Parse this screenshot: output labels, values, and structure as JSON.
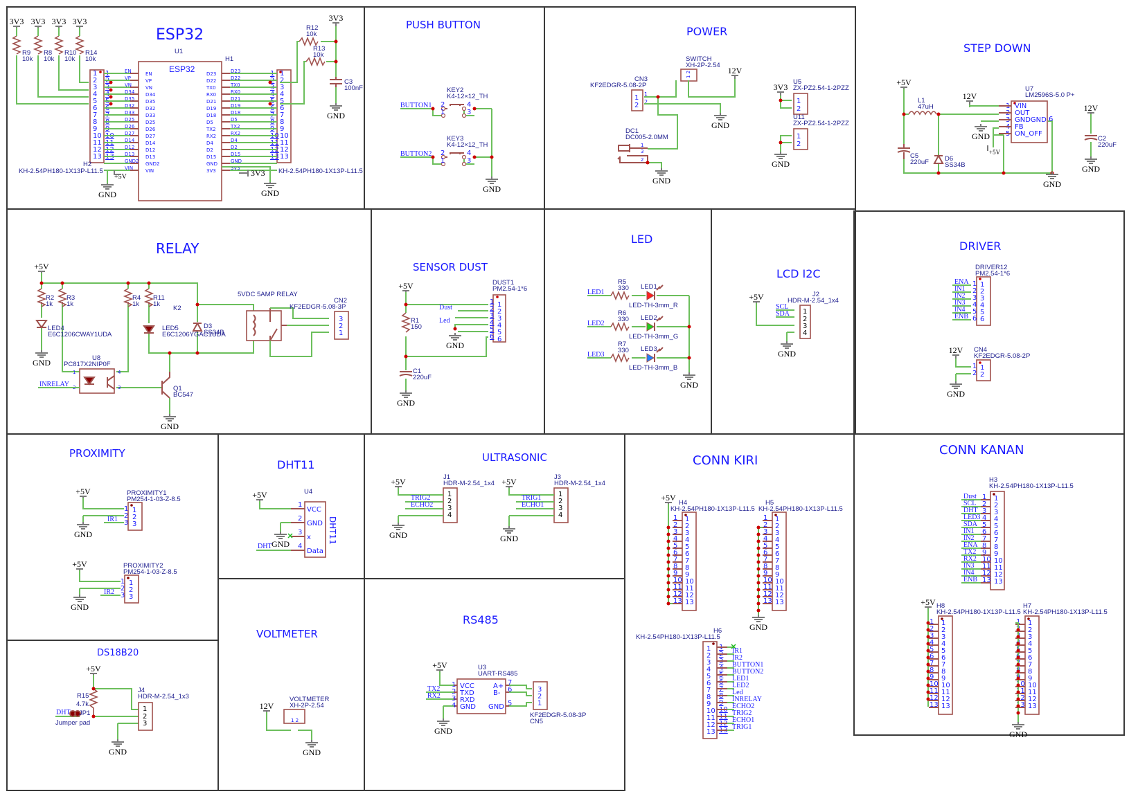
{
  "sections": {
    "esp32": "ESP32",
    "push_button": "PUSH BUTTON",
    "power": "POWER",
    "step_down": "STEP DOWN",
    "relay": "RELAY",
    "sensor_dust": "SENSOR DUST",
    "led": "LED",
    "lcd_i2c": "LCD I2C",
    "driver": "DRIVER",
    "proximity": "PROXIMITY",
    "dht11": "DHT11",
    "ultrasonic": "ULTRASONIC",
    "conn_kiri": "CONN KIRI",
    "conn_kanan": "CONN KANAN",
    "ds18b20": "DS18B20",
    "voltmeter": "VOLTMETER",
    "rs485": "RS485"
  },
  "power_labels": {
    "v33": "3V3",
    "v5": "+5V",
    "v12": "12V",
    "gnd": "GND"
  },
  "esp32": {
    "u1_ref": "U1",
    "u1_name": "ESP32",
    "h1_ref": "H1",
    "h2_ref": "H2",
    "header_part": "KH-2.54PH180-1X13P-L11.5",
    "left_pins": [
      "EN",
      "VP",
      "VN",
      "D34",
      "D35",
      "D32",
      "D33",
      "D25",
      "D26",
      "D27",
      "D14",
      "D12",
      "D13",
      "GND2",
      "VIN"
    ],
    "right_pins": [
      "D23",
      "D22",
      "TX0",
      "RX0",
      "D21",
      "D19",
      "D18",
      "D5",
      "TX2",
      "RX2",
      "D4",
      "D2",
      "D15",
      "GND",
      "3V3"
    ],
    "pull_resistors": [
      {
        "ref": "R9",
        "value": "10k"
      },
      {
        "ref": "R8",
        "value": "10k"
      },
      {
        "ref": "R10",
        "value": "10k"
      },
      {
        "ref": "R14",
        "value": "10k"
      }
    ],
    "r12": {
      "ref": "R12",
      "value": "10k"
    },
    "r13": {
      "ref": "R13",
      "value": "10k"
    },
    "c3": {
      "ref": "C3",
      "value": "100nF"
    }
  },
  "push_button": {
    "keys": [
      {
        "ref": "KEY2",
        "part": "K4-12×12_TH",
        "net": "BUTTON1"
      },
      {
        "ref": "KEY3",
        "part": "K4-12×12_TH",
        "net": "BUTTON2"
      }
    ]
  },
  "power": {
    "switch_ref": "SWITCH",
    "switch_part": "XH-2P-2.54",
    "cn3_ref": "CN3",
    "cn3_part": "KF2EDGR-5.08-2P",
    "dc1_ref": "DC1",
    "dc1_part": "DC005-2.0MM",
    "u5_ref": "U5",
    "u5_part": "ZX-PZ2.54-1-2PZZ",
    "u11_ref": "U11",
    "u11_part": "ZX-PZ2.54-1-2PZZ"
  },
  "step_down": {
    "l1": {
      "ref": "L1",
      "value": "47uH"
    },
    "u7_ref": "U7",
    "u7_part": "LM2596S-5.0 P+",
    "u7_pins": [
      "VIN",
      "OUT",
      "GNDGND",
      "FB",
      "ON_OFF"
    ],
    "c5": {
      "ref": "C5",
      "value": "220uF"
    },
    "d6": {
      "ref": "D6",
      "value": "SS34B"
    },
    "c2": {
      "ref": "C2",
      "value": "220uF"
    }
  },
  "relay": {
    "resistors": [
      {
        "ref": "R2",
        "value": "1k"
      },
      {
        "ref": "R3",
        "value": "1k"
      },
      {
        "ref": "R4",
        "value": "1k"
      },
      {
        "ref": "R11",
        "value": "1k"
      }
    ],
    "led4": {
      "ref": "LED4",
      "part": "E6C1206CWAY1UDA"
    },
    "led5": {
      "ref": "LED5",
      "part": "E6C1206YGAC1UDA"
    },
    "u8": {
      "ref": "U8",
      "part": "PC817X2NIP0F"
    },
    "k2": "K2",
    "d3": {
      "ref": "D3",
      "part": "SS34B"
    },
    "relay_part": "5VDC 5AMP RELAY",
    "cn2": {
      "ref": "CN2",
      "part": "KF2EDGR-5.08-3P"
    },
    "q1": {
      "ref": "Q1",
      "part": "BC547"
    },
    "net": "INRELAY"
  },
  "sensor_dust": {
    "dust1": {
      "ref": "DUST1",
      "part": "PM2.54-1*6"
    },
    "r1": {
      "ref": "R1",
      "value": "150"
    },
    "c1": {
      "ref": "C1",
      "value": "220uF"
    },
    "nets": [
      "Dust",
      "Led"
    ]
  },
  "led": {
    "items": [
      {
        "net": "LED1",
        "res": "R5",
        "val": "330",
        "led": "LED1",
        "part": "LED-TH-3mm_R",
        "color": "#ff2020"
      },
      {
        "net": "LED2",
        "res": "R6",
        "val": "330",
        "led": "LED2",
        "part": "LED-TH-3mm_G",
        "color": "#20d020"
      },
      {
        "net": "LED3",
        "res": "R7",
        "val": "330",
        "led": "LED3",
        "part": "LED-TH-3mm_B",
        "color": "#2080ff"
      }
    ]
  },
  "lcd_i2c": {
    "ref": "J2",
    "part": "HDR-M-2.54_1x4",
    "nets": [
      "SCL",
      "SDA"
    ]
  },
  "driver": {
    "ref": "DRIVER12",
    "part": "PM2.54-1*6",
    "nets": [
      "ENA",
      "IN1",
      "IN2",
      "IN3",
      "IN4",
      "ENB"
    ],
    "cn4_ref": "CN4",
    "cn4_part": "KF2EDGR-5.08-2P"
  },
  "proximity": {
    "items": [
      {
        "ref": "PROXIMITY1",
        "part": "PM254-1-03-Z-8.5",
        "net": "IR1"
      },
      {
        "ref": "PROXIMITY2",
        "part": "PM254-1-03-Z-8.5",
        "net": "IR2"
      }
    ]
  },
  "dht11": {
    "ref": "U4",
    "name": "DHT11",
    "pins": [
      "VCC",
      "GND",
      "x",
      "Data"
    ],
    "net": "DHT"
  },
  "ultrasonic": {
    "items": [
      {
        "ref": "J1",
        "part": "HDR-M-2.54_1x4",
        "nets": [
          "TRIG2",
          "ECHO2"
        ]
      },
      {
        "ref": "J3",
        "part": "HDR-M-2.54_1x4",
        "nets": [
          "TRIG1",
          "ECHO1"
        ]
      }
    ]
  },
  "conn_kiri": {
    "h4_ref": "H4",
    "h5_ref": "H5",
    "h6_ref": "H6",
    "part": "KH-2.54PH180-1X13P-L11.5",
    "h6_nets": [
      "IR1",
      "IR2",
      "BUTTON1",
      "BUTTON2",
      "LED1",
      "LED2",
      "Led",
      "INRELAY",
      "ECHO2",
      "TRIG2",
      "ECHO1",
      "TRIG1"
    ]
  },
  "conn_kanan": {
    "h3_ref": "H3",
    "h7_ref": "H7",
    "h8_ref": "H8",
    "part": "KH-2.54PH180-1X13P-L11.5",
    "h3_nets": [
      "Dust",
      "SCL",
      "DHT",
      "LED3",
      "SDA",
      "IN1",
      "IN2",
      "ENA",
      "TX2",
      "RX2",
      "IN3",
      "IN4",
      "ENB"
    ]
  },
  "ds18b20": {
    "r15": {
      "ref": "R15",
      "value": "4.7k"
    },
    "jp1": {
      "ref": "JP1",
      "part": "Jumper pad"
    },
    "j4": {
      "ref": "J4",
      "part": "HDR-M-2.54_1x3"
    },
    "net": "DHT"
  },
  "voltmeter": {
    "ref": "VOLTMETER",
    "part": "XH-2P-2.54"
  },
  "rs485": {
    "u3_ref": "U3",
    "u3_part": "UART-RS485",
    "left_pins": [
      "VCC",
      "TXD",
      "RXD",
      "GND"
    ],
    "right_pins": [
      "A+",
      "B-",
      "GND"
    ],
    "nets": [
      "TX2",
      "RX2"
    ],
    "cn5_ref": "CN5",
    "cn5_part": "KF2EDGR-5.08-3P"
  }
}
